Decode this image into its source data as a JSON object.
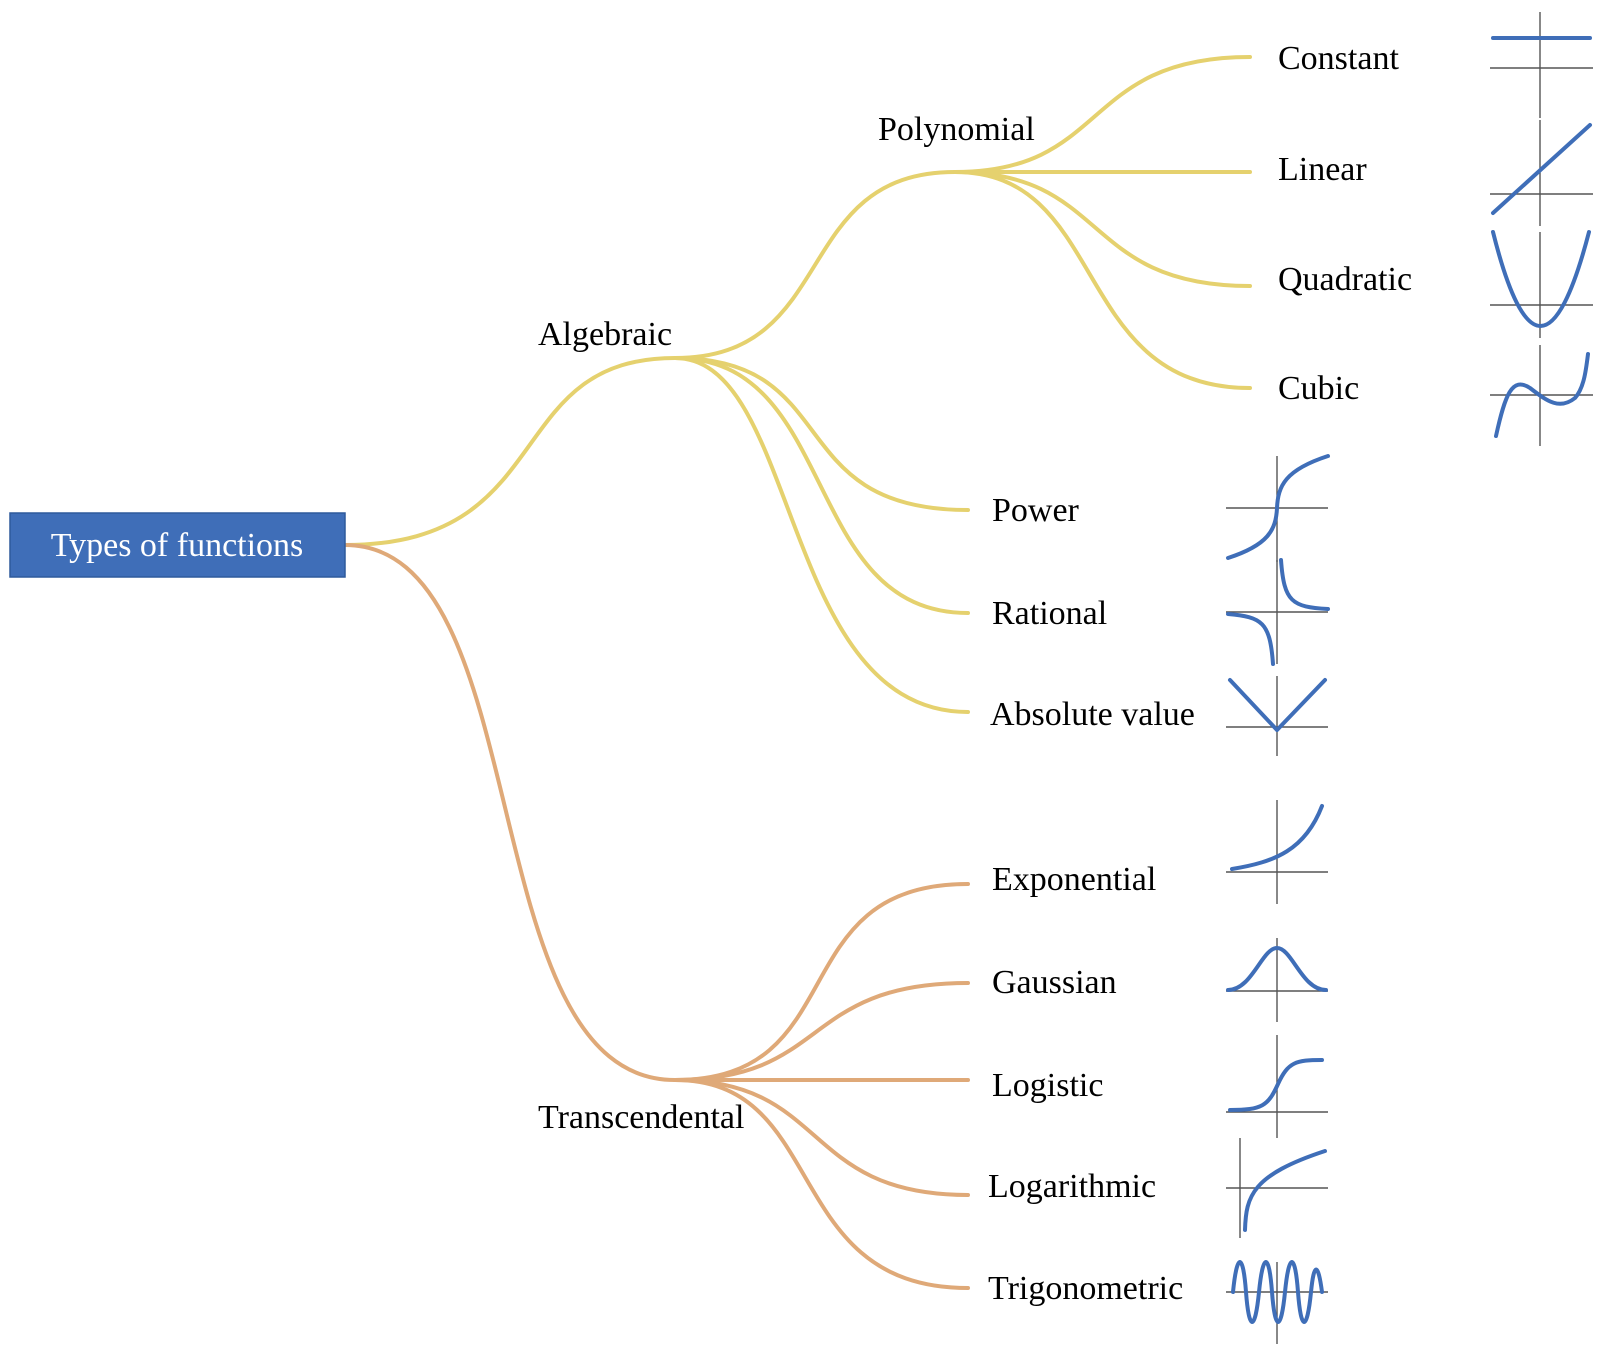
{
  "colors": {
    "root_fill": "#3f6eb8",
    "algebraic_branch": "#e5d16e",
    "transcendental_branch": "#dfa978",
    "graph_curve": "#3f6eb8",
    "axis": "#555555"
  },
  "root": {
    "label": "Types of functions"
  },
  "groups": [
    {
      "label": "Algebraic",
      "subgroups": [
        {
          "label": "Polynomial",
          "leaves": [
            {
              "label": "Constant",
              "icon": "constant-graph-icon"
            },
            {
              "label": "Linear",
              "icon": "linear-graph-icon"
            },
            {
              "label": "Quadratic",
              "icon": "quadratic-graph-icon"
            },
            {
              "label": "Cubic",
              "icon": "cubic-graph-icon"
            }
          ]
        }
      ],
      "leaves": [
        {
          "label": "Power",
          "icon": "power-graph-icon"
        },
        {
          "label": "Rational",
          "icon": "rational-graph-icon"
        },
        {
          "label": "Absolute value",
          "icon": "absolute-value-graph-icon"
        }
      ]
    },
    {
      "label": "Transcendental",
      "leaves": [
        {
          "label": "Exponential",
          "icon": "exponential-graph-icon"
        },
        {
          "label": "Gaussian",
          "icon": "gaussian-graph-icon"
        },
        {
          "label": "Logistic",
          "icon": "logistic-graph-icon"
        },
        {
          "label": "Logarithmic",
          "icon": "logarithmic-graph-icon"
        },
        {
          "label": "Trigonometric",
          "icon": "trigonometric-graph-icon"
        }
      ]
    }
  ]
}
